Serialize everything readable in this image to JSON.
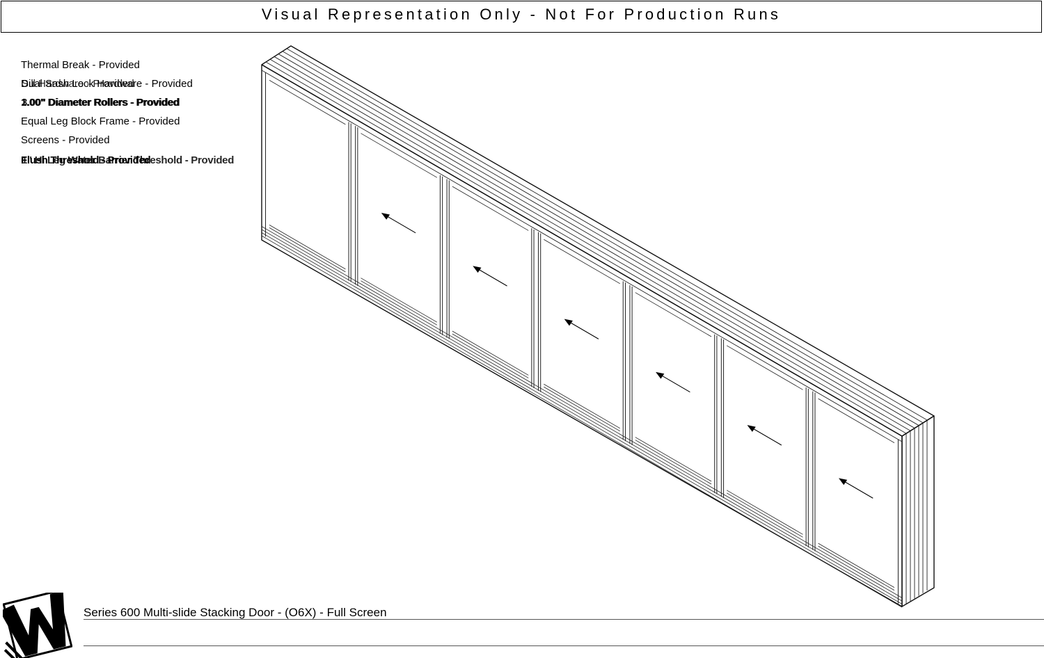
{
  "banner": {
    "text": "Visual Representation Only - Not For Production Runs"
  },
  "specs": [
    {
      "text": "Thermal Break - Provided",
      "bold": false
    },
    {
      "text": "Dual Sash Lock Hardware - Provided",
      "bold": false
    },
    {
      "text": "Sill Hardware - Provided",
      "bold": false
    },
    {
      "text": "1.00\" Diameter Rollers - Provided",
      "bold": true
    },
    {
      "text": "3.00\" Diameter Rollers - Provided",
      "bold": true
    },
    {
      "text": "Equal Leg Block Frame - Provided",
      "bold": false
    },
    {
      "text": "Screens - Provided",
      "bold": false
    },
    {
      "text": "Flush Threshold - Provided",
      "bold": true
    },
    {
      "text": "1\" Hi Leg Water Barrier Threshold - Provided",
      "bold": true
    }
  ],
  "drawing": {
    "panel_count": 7,
    "fixed_panels": 1,
    "sliding_panels": 6,
    "slide_direction": "left"
  },
  "footer": {
    "title": "Series 600 Multi-slide Stacking Door - (O6X) - Full Screen",
    "logo_letter": "W"
  }
}
